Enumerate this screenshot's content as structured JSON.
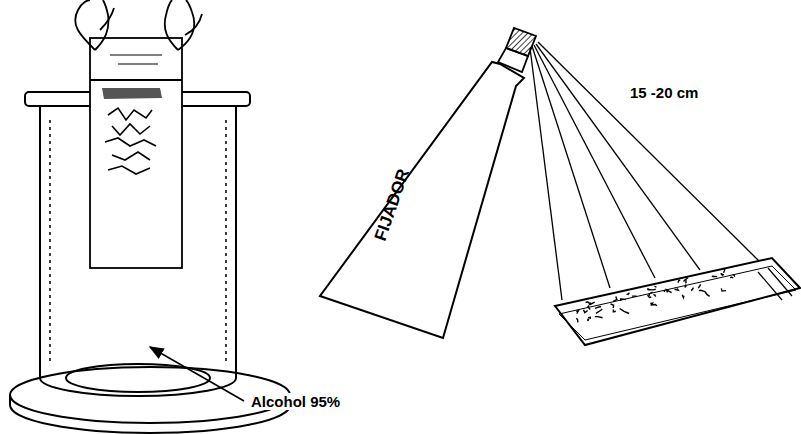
{
  "diagram": {
    "nodes": [
      {
        "text": [
          "FIJADOR"
        ]
      }
    ],
    "labels": [
      "15 -20 cm",
      "Alcohol 95%"
    ]
  }
}
